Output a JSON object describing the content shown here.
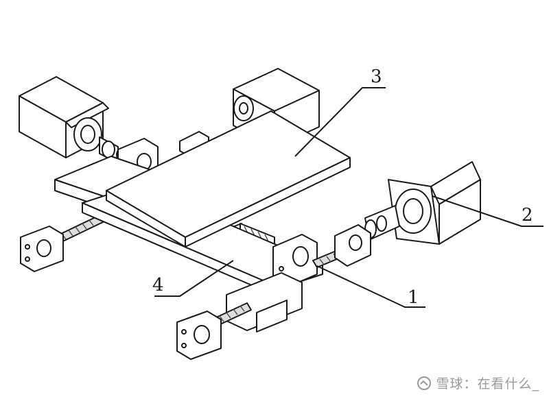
{
  "diagram": {
    "callouts": [
      {
        "id": "1",
        "label": "1"
      },
      {
        "id": "2",
        "label": "2"
      },
      {
        "id": "3",
        "label": "3"
      },
      {
        "id": "4",
        "label": "4"
      }
    ]
  },
  "watermark": {
    "text": "雪球：在看什么_"
  },
  "colors": {
    "line": "#1a1a1a",
    "fill": "#ffffff",
    "hatch": "#555555"
  }
}
